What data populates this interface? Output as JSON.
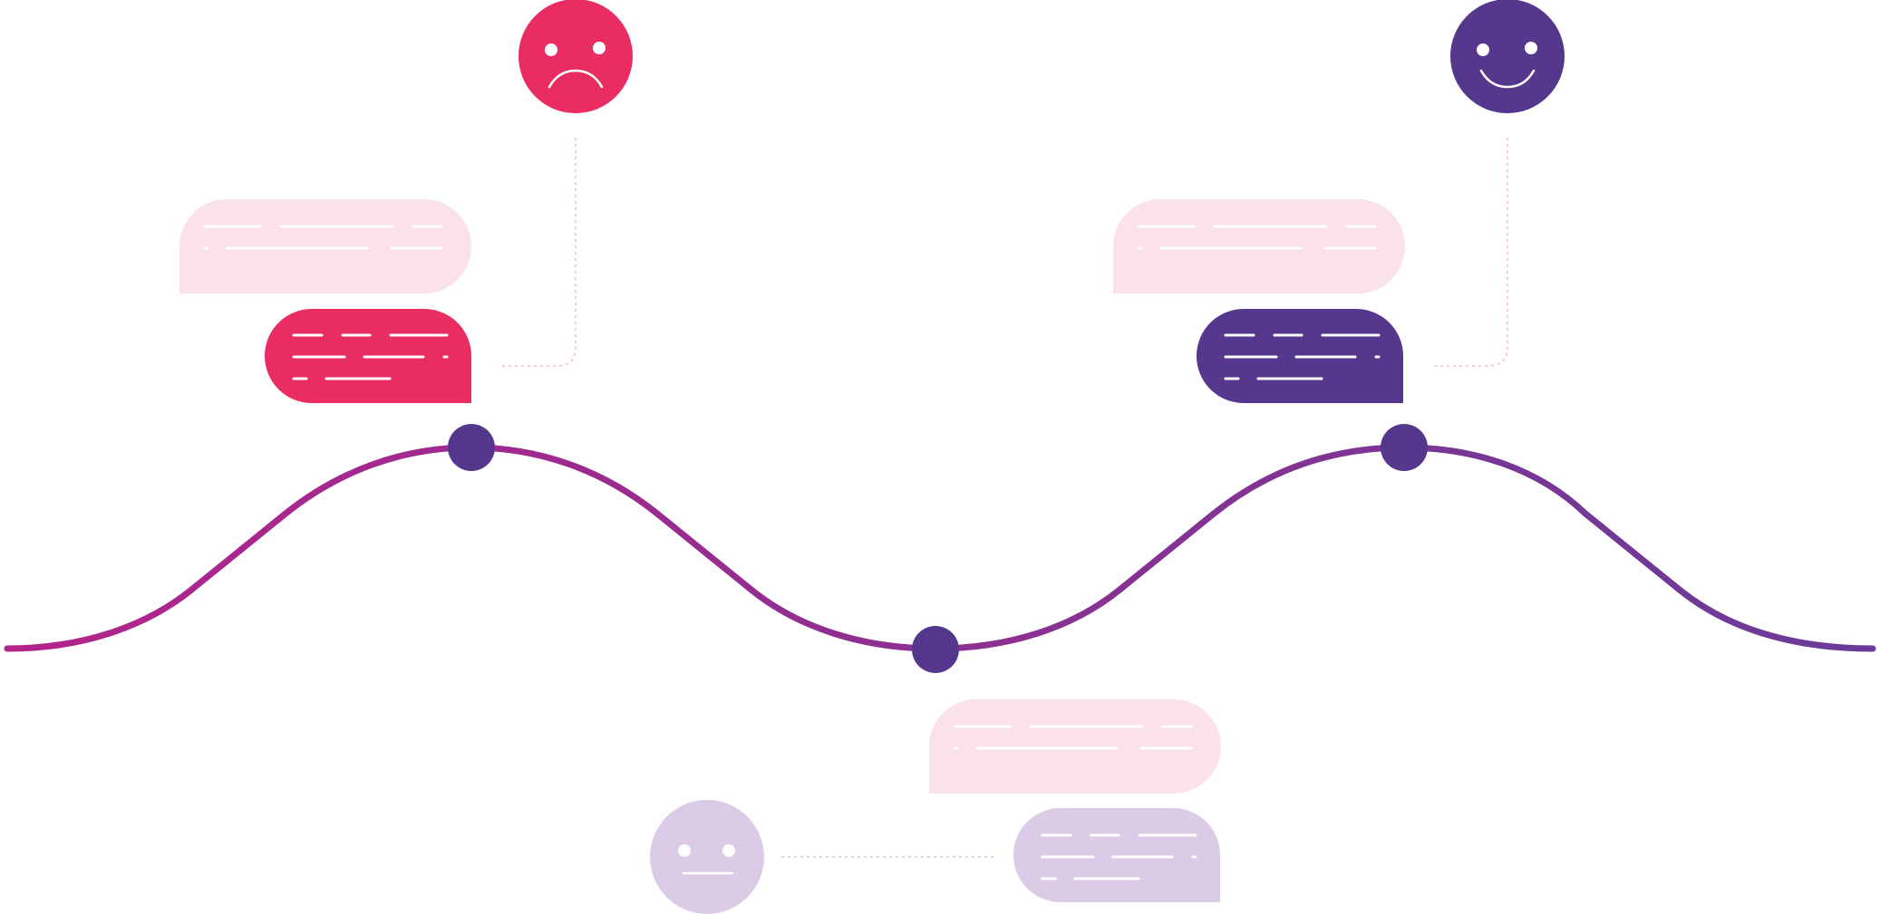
{
  "colors": {
    "curve_start": "#b2248c",
    "curve_end": "#6a3b98",
    "node": "#55378e",
    "sad": "#e92d63",
    "happy": "#55378e",
    "neutral": "#dccbe6",
    "bubble_light": "#fbe1ea",
    "bubble_neutral": "#dccbe6",
    "text_line": "#ffffff",
    "connector_pink": "#f3b8c9",
    "connector_lilac": "#d5c3e1"
  },
  "icons": {
    "sad": "sad-face-icon",
    "happy": "happy-face-icon",
    "neutral": "neutral-face-icon"
  },
  "moods": [
    "sad",
    "neutral",
    "happy"
  ]
}
